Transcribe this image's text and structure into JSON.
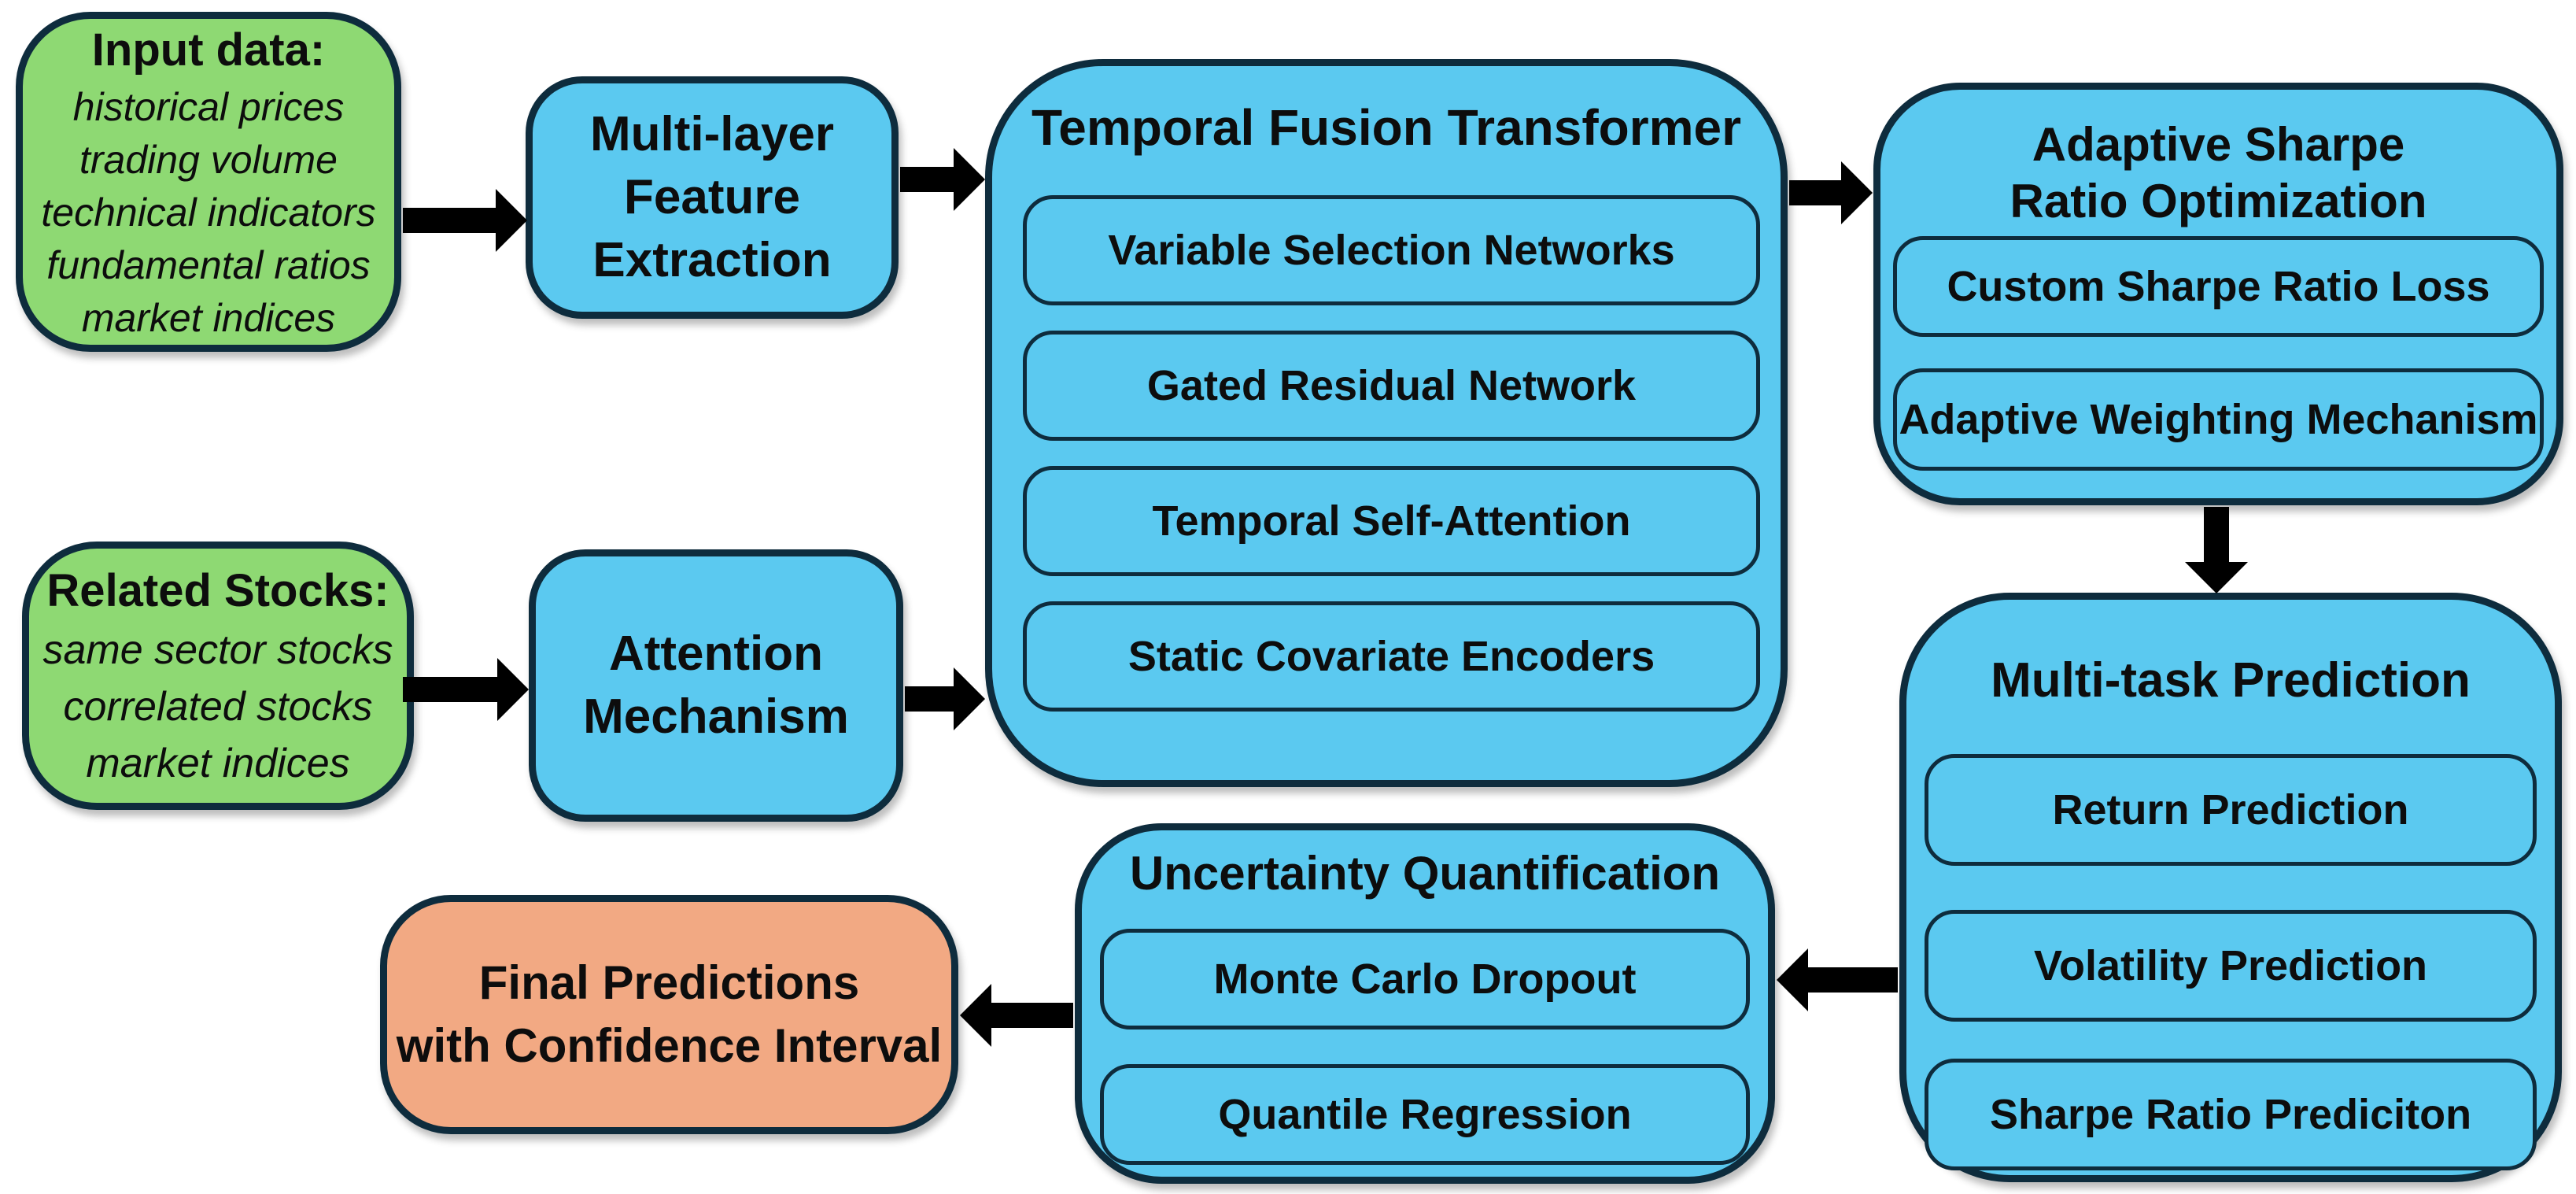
{
  "diagram": {
    "type": "flowchart",
    "background": "#ffffff",
    "colors": {
      "input_fill": "#8ed973",
      "process_fill": "#5bc9f0",
      "output_fill": "#f2a983",
      "border": "#0e2c3d",
      "arrow": "#000000",
      "text": "#0d0d0d"
    },
    "nodes": {
      "input_data": {
        "title": "Input data:",
        "items": [
          "historical prices",
          "trading volume",
          "technical indicators",
          "fundamental ratios",
          "market indices"
        ]
      },
      "multilayer": {
        "lines": [
          "Multi-layer",
          "Feature",
          "Extraction"
        ]
      },
      "tft": {
        "title": "Temporal Fusion Transformer",
        "children": [
          "Variable Selection Networks",
          "Gated Residual Network",
          "Temporal Self-Attention",
          "Static Covariate Encoders"
        ]
      },
      "adaptive": {
        "lines": [
          "Adaptive Sharpe",
          "Ratio Optimization"
        ],
        "children": [
          "Custom Sharpe Ratio Loss",
          "Adaptive Weighting Mechanism"
        ]
      },
      "related_stocks": {
        "title": "Related Stocks:",
        "items": [
          "same sector stocks",
          "correlated stocks",
          "market indices"
        ]
      },
      "attention": {
        "lines": [
          "Attention",
          "Mechanism"
        ]
      },
      "multitask": {
        "title": "Multi-task Prediction",
        "children": [
          "Return Prediction",
          "Volatility Prediction",
          "Sharpe Ratio Prediciton"
        ]
      },
      "uncertainty": {
        "title": "Uncertainty Quantification",
        "children": [
          "Monte Carlo Dropout",
          "Quantile Regression"
        ]
      },
      "final": {
        "lines": [
          "Final Predictions",
          "with Confidence Interval"
        ]
      }
    },
    "edges": [
      {
        "from": "input-data",
        "to": "multilayer-feature-extraction"
      },
      {
        "from": "multilayer-feature-extraction",
        "to": "temporal-fusion-transformer"
      },
      {
        "from": "temporal-fusion-transformer",
        "to": "adaptive-sharpe-ratio-optimization"
      },
      {
        "from": "adaptive-sharpe-ratio-optimization",
        "to": "multi-task-prediction"
      },
      {
        "from": "related-stocks",
        "to": "attention-mechanism"
      },
      {
        "from": "attention-mechanism",
        "to": "temporal-fusion-transformer"
      },
      {
        "from": "multi-task-prediction",
        "to": "uncertainty-quantification"
      },
      {
        "from": "uncertainty-quantification",
        "to": "final-predictions"
      }
    ]
  }
}
